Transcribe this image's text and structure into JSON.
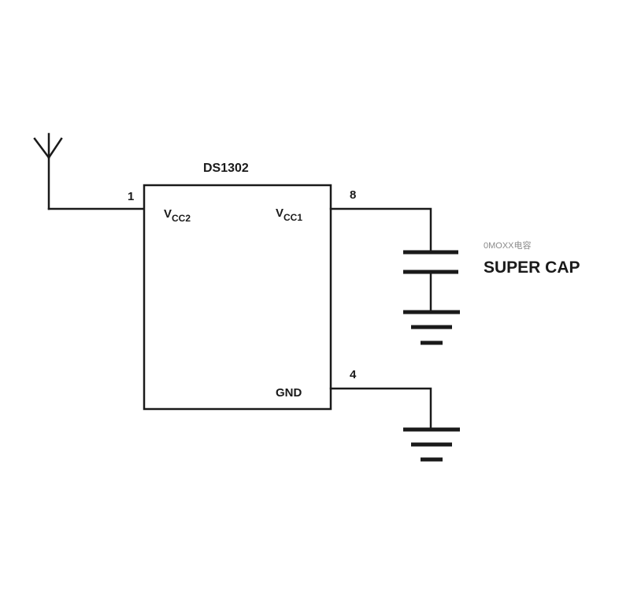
{
  "chip": {
    "name": "DS1302",
    "pins": [
      {
        "number": "1",
        "label_main": "V",
        "label_sub": "CC2"
      },
      {
        "number": "8",
        "label_main": "V",
        "label_sub": "CC1"
      },
      {
        "number": "4",
        "label_main": "GND"
      }
    ]
  },
  "super_cap": {
    "note": "0MOXX电容",
    "label": "SUPER CAP"
  },
  "colors": {
    "ink": "#1a1a1a",
    "faint": "#8a8a8a",
    "background": "#ffffff"
  },
  "icons": [
    "antenna-icon",
    "capacitor-icon",
    "ground-icon"
  ]
}
